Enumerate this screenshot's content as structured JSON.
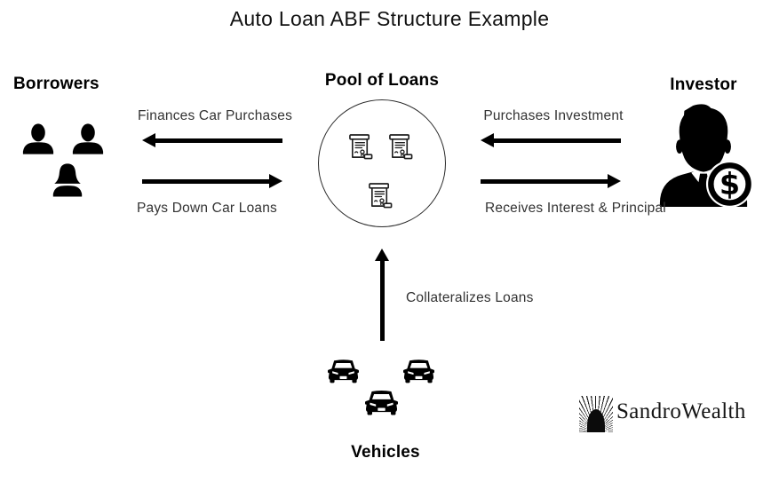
{
  "title": "Auto Loan ABF Structure Example",
  "nodes": {
    "borrowers": {
      "label": "Borrowers",
      "icon_count": 3
    },
    "pool_of_loans": {
      "label": "Pool of Loans",
      "icon_count": 3
    },
    "investor": {
      "label": "Investor",
      "icon_count": 1
    },
    "vehicles": {
      "label": "Vehicles",
      "icon_count": 3
    }
  },
  "flows": {
    "finances": {
      "label": "Finances Car Purchases",
      "direction": "left",
      "from": "pool_of_loans",
      "to": "borrowers"
    },
    "pays_down": {
      "label": "Pays Down Car Loans",
      "direction": "right",
      "from": "borrowers",
      "to": "pool_of_loans"
    },
    "purchases": {
      "label": "Purchases Investment",
      "direction": "left",
      "from": "investor",
      "to": "pool_of_loans"
    },
    "receives": {
      "label": "Receives Interest & Principal",
      "direction": "right",
      "from": "pool_of_loans",
      "to": "investor"
    },
    "collateralizes": {
      "label": "Collateralizes Loans",
      "direction": "up",
      "from": "vehicles",
      "to": "pool_of_loans"
    }
  },
  "branding": {
    "name": "SandroWealth",
    "logo_icon": "sunburst-arch"
  },
  "icons": {
    "borrowers": [
      "male-user-icon",
      "male-user-icon",
      "female-user-icon"
    ],
    "pool": [
      "loan-contract-icon",
      "loan-contract-icon",
      "loan-contract-icon"
    ],
    "investor": [
      "businessman-dollar-icon"
    ],
    "vehicles": [
      "car-front-icon",
      "car-front-icon",
      "car-front-icon"
    ],
    "dollar_glyph": "$"
  },
  "colors": {
    "ink": "#000000",
    "background": "#ffffff",
    "icon_outline": "#1f1f1f",
    "label_text": "#333333"
  }
}
